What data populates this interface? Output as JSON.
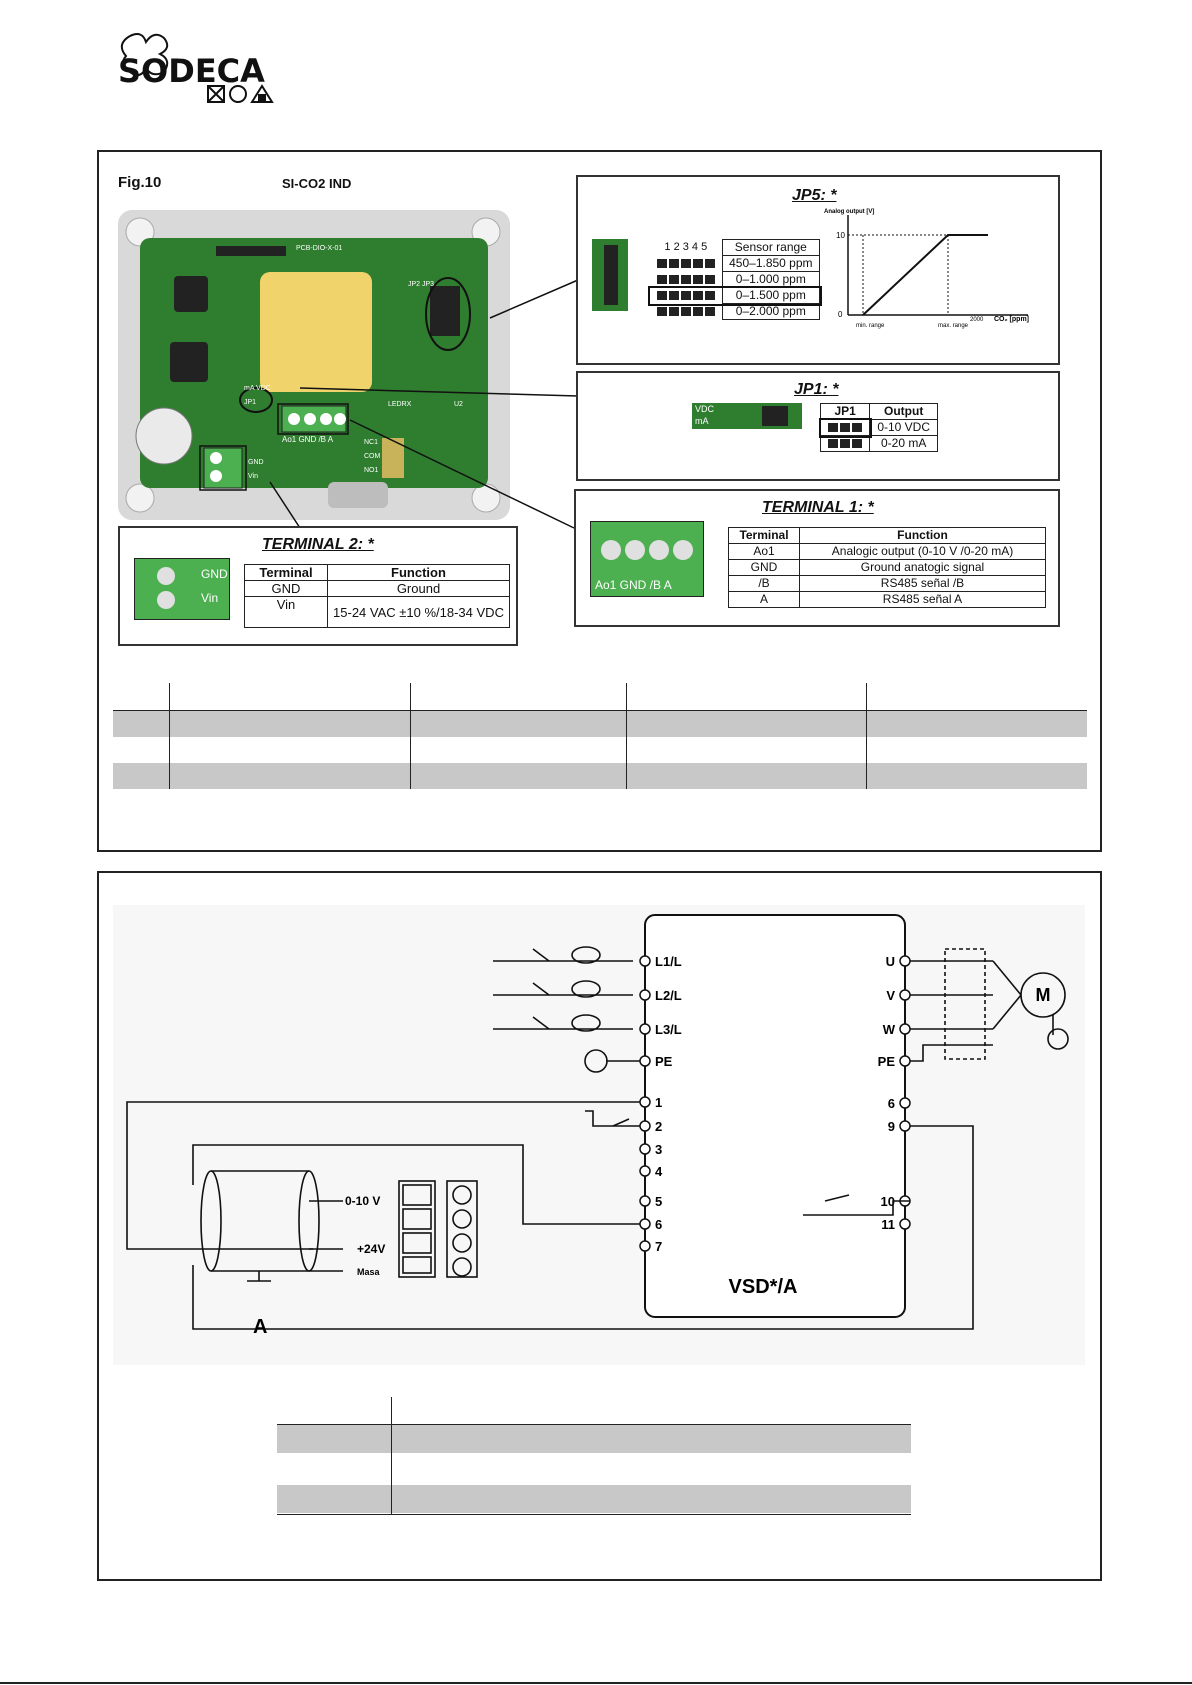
{
  "header": {
    "logo_text": "SODECA"
  },
  "fig": {
    "label": "Fig.10",
    "model": "SI-CO2 IND"
  },
  "pcb": {
    "board_label": "PCB-DIO-X-01",
    "jp1_label": "JP1",
    "jumper_marks": [
      "mA VDC"
    ],
    "terminal_labels": [
      "Ao1 GND /B A"
    ],
    "gnd": "GND",
    "vin": "Vin",
    "jp2": "JP2 JP3",
    "u2": "U2",
    "led": "LEDRX",
    "nc": [
      "NC1",
      "COM",
      "NO1"
    ]
  },
  "jp5": {
    "title": "JP5: *",
    "header_pins": "1 2 3 4 5",
    "header_range": "Sensor range",
    "rows": [
      {
        "pattern": [
          1,
          1,
          1,
          1,
          1
        ],
        "range": "450–1.850 ppm"
      },
      {
        "pattern": [
          1,
          1,
          1,
          1,
          1
        ],
        "range": "0–1.000 ppm"
      },
      {
        "pattern": [
          1,
          1,
          1,
          1,
          1
        ],
        "range": "0–1.500 ppm"
      },
      {
        "pattern": [
          1,
          1,
          1,
          1,
          1
        ],
        "range": "0–2.000 ppm"
      }
    ],
    "graph": {
      "ylabel": "Analog output [V]",
      "y10": "10",
      "y0": "0",
      "xmin": "min. range",
      "xmax": "max. range",
      "x2000": "2000",
      "xlabel": "CO₂ [ppm]"
    }
  },
  "jp1": {
    "title": "JP1: *",
    "labels": [
      "VDC",
      "mA"
    ],
    "header": [
      "JP1",
      "Output"
    ],
    "rows": [
      {
        "output": "0-10 VDC"
      },
      {
        "output": "0-20 mA"
      }
    ]
  },
  "terminal1": {
    "title": "TERMINAL 1: *",
    "image_label": "Ao1 GND /B A",
    "header": [
      "Terminal",
      "Function"
    ],
    "rows": [
      [
        "Ao1",
        "Analogic output (0-10 V /0-20 mA)"
      ],
      [
        "GND",
        "Ground anatogic signal"
      ],
      [
        "/B",
        "RS485 señal /B"
      ],
      [
        "A",
        "RS485 señal A"
      ]
    ]
  },
  "terminal2": {
    "title": "TERMINAL 2: *",
    "image_labels": [
      "GND",
      "Vin"
    ],
    "header": [
      "Terminal",
      "Function"
    ],
    "rows": [
      [
        "GND",
        "Ground"
      ],
      [
        "Vin",
        "15-24 VAC ±10 %/18-34 VDC"
      ]
    ]
  },
  "wiring": {
    "left_terminals": [
      "L1/L",
      "L2/L",
      "L3/L",
      "PE",
      "1",
      "2",
      "3",
      "4",
      "5",
      "6",
      "7"
    ],
    "right_terminals": [
      "U",
      "V",
      "W",
      "PE",
      "6",
      "9",
      "10",
      "11"
    ],
    "sensor_labels": [
      "0-10 V",
      "+24V",
      "Masa"
    ],
    "motor": "M",
    "vsd": "VSD*/A",
    "sensor_name": "A"
  }
}
